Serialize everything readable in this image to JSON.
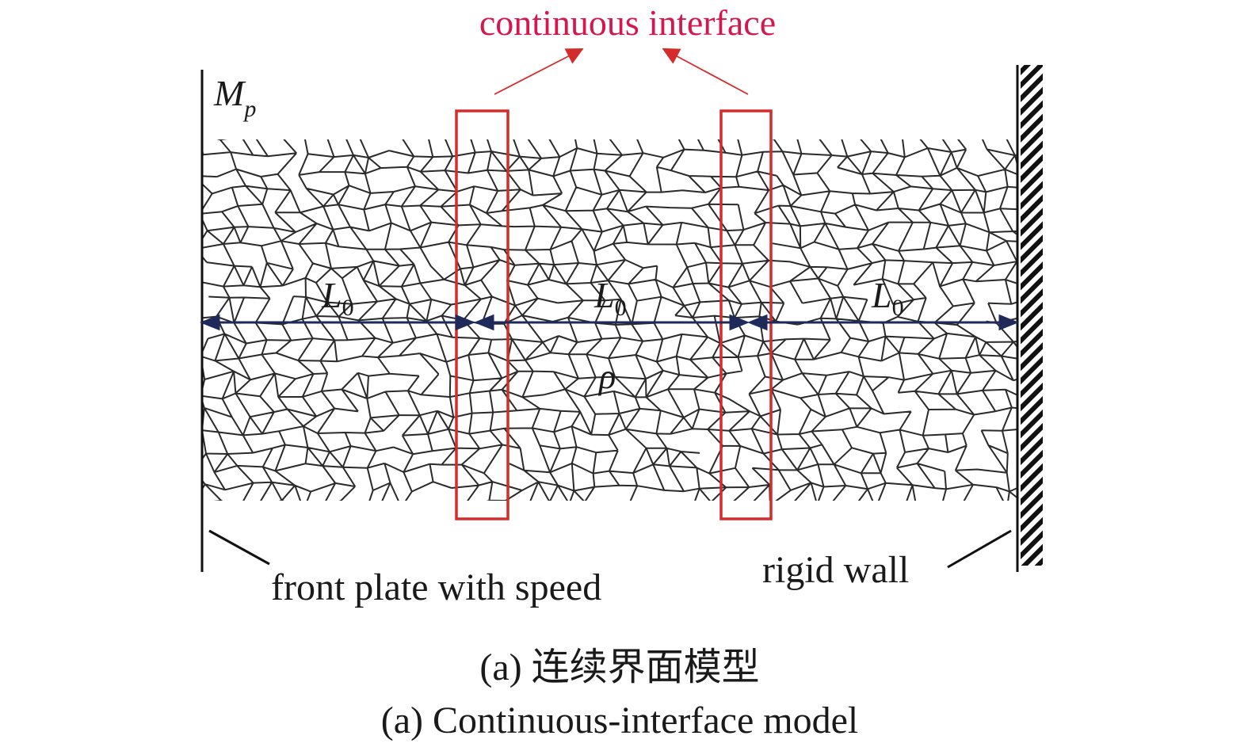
{
  "diagram": {
    "interface_title": "continuous interface",
    "plate_mass_symbol": "M",
    "plate_mass_subscript": "p",
    "segment_length_symbol": "L",
    "segment_length_subscript": "0",
    "density_symbol": "ρ",
    "front_plate_label": "front plate with speed",
    "rigid_wall_label": "rigid wall",
    "colors": {
      "interface_box": "#d42b2b",
      "interface_title": "#d6174e",
      "dimension_arrow": "#1f2a5a",
      "mesh": "#2a2a2a"
    }
  },
  "caption": {
    "chinese": "(a) 连续界面模型",
    "english": "(a) Continuous-interface model"
  }
}
